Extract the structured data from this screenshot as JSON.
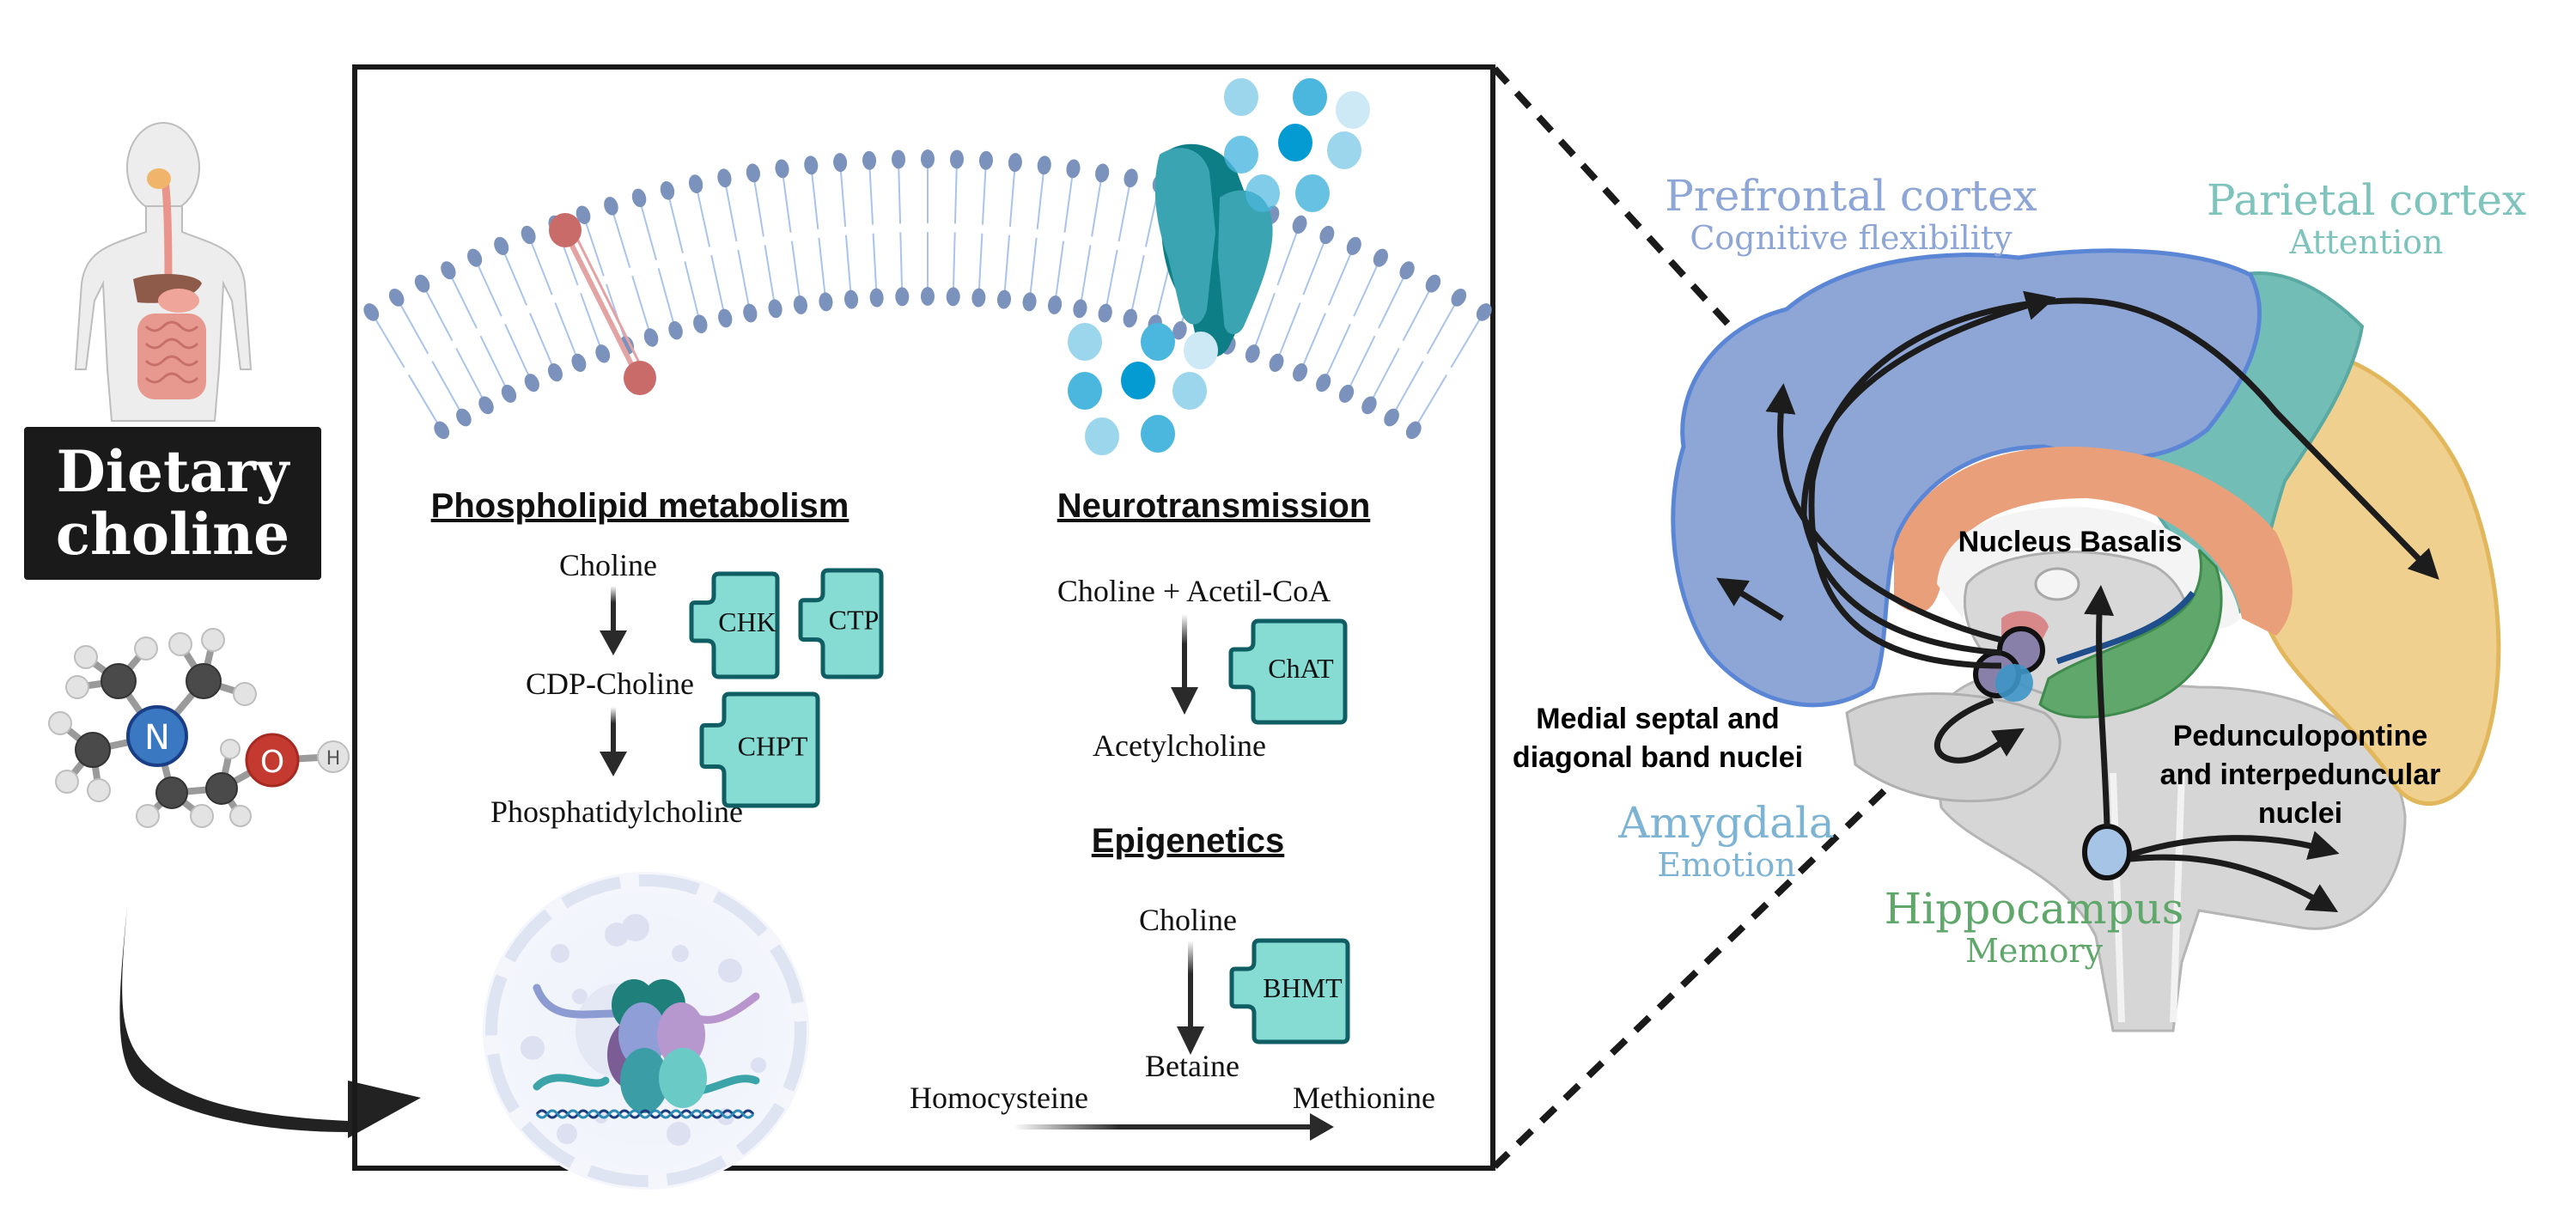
{
  "figure": {
    "left_panel": {
      "title_line1": "Dietary",
      "title_line2": "choline",
      "molecule": {
        "name": "choline-molecule",
        "atoms": {
          "nitrogen": "N",
          "oxygen": "O",
          "carbon": "C",
          "hydrogen": "H"
        }
      }
    },
    "center_panel": {
      "phospholipid": {
        "heading": "Phospholipid metabolism",
        "steps": [
          "Choline",
          "CDP-Choline",
          "Phosphatidylcholine"
        ],
        "enzymes": [
          "CHK",
          "CTP",
          "CHPT"
        ]
      },
      "neurotransmission": {
        "heading": "Neurotransmission",
        "substrate": "Choline + Acetil-CoA",
        "product": "Acetylcholine",
        "enzyme": "ChAT"
      },
      "epigenetics": {
        "heading": "Epigenetics",
        "substrate": "Choline",
        "product": "Betaine",
        "enzyme": "BHMT",
        "reaction_from": "Homocysteine",
        "reaction_to": "Methionine"
      }
    },
    "brain_panel": {
      "regions": [
        {
          "title": "Prefrontal cortex",
          "function": "Cognitive flexibility",
          "color": "#8DA6D6"
        },
        {
          "title": "Parietal cortex",
          "function": "Attention",
          "color": "#7EC3BC"
        },
        {
          "title": "Amygdala",
          "function": "Emotion",
          "color": "#7DB3D3"
        },
        {
          "title": "Hippocampus",
          "function": "Memory",
          "color": "#5FA76A"
        }
      ],
      "nuclei": {
        "nucleus_basalis": "Nucleus Basalis",
        "medial_septal_line1": "Medial septal and",
        "medial_septal_line2": "diagonal band nuclei",
        "pedunculo_line1": "Pedunculopontine",
        "pedunculo_line2": "and interpeduncular",
        "pedunculo_line3": "nuclei"
      }
    },
    "colors": {
      "enzyme_fill": "#86DBD3",
      "enzyme_stroke": "#0E5E63",
      "membrane_head": "#7B93BC",
      "membrane_tail": "#A9C4EA",
      "prefrontal": "#8DA6D6",
      "parietal": "#73BDB7",
      "occipital": "#F0D08E",
      "cingulate": "#E9A07A",
      "hippocampus": "#5FA76A",
      "brain_gray": "#D4D4D4",
      "choline_particle": "#4BB6DE",
      "channel": "#3BA4B2"
    }
  }
}
